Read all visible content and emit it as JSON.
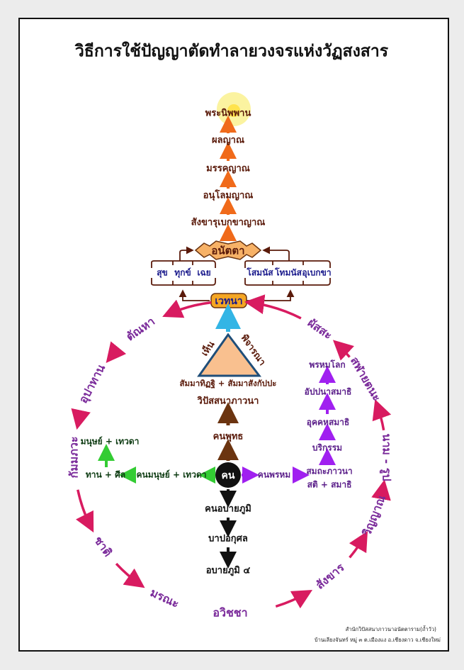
{
  "title": "วิธีการใช้ปัญญาตัดทำลายวงจรแห่งวัฏสงสาร",
  "path_up": {
    "nibbana": "พระนิพพาน",
    "phala": "ผลญาณ",
    "magga": "มรรคญาณ",
    "anuloma": "อนุโลมญาณ",
    "sankharupekkha": "สังขารุเบกขาญาณ",
    "anatta": "อนัตตา"
  },
  "feelings_left": [
    "สุข",
    "ทุกข์",
    "เฉย"
  ],
  "feelings_right": [
    "โสมนัส",
    "โทมนัส",
    "อุเบกขา"
  ],
  "vedana": "เวทนา",
  "triangle": {
    "left": "เห็น",
    "right": "พิจารณา",
    "base": "สัมมาทิฏฐิ + สัมมาสังกัปปะ"
  },
  "vipassana": "วิปัสสนาภาวนา",
  "buddha_person": "คนพุทธ",
  "person": "คน",
  "human_branch": {
    "person": "คนมนุษย์ + เทวดา",
    "practice": "ทาน + ศีล",
    "result": "มนุษย์ + เทวดา"
  },
  "brahma_branch": {
    "person": "คนพรหม",
    "practice_1": "สมถะภาวนา",
    "practice_2": "สติ + สมาธิ",
    "steps": [
      "บริกรรม",
      "อุคคหสมาธิ",
      "อัปปนาสมาธิ",
      "พรหมโลก"
    ]
  },
  "down_branch": [
    "คนอบายภูมิ",
    "บาปอกุศล",
    "อบายภูมิ ๔"
  ],
  "cycle": [
    "อวิชชา",
    "สังขาร",
    "วิญญาณ",
    "นาม - รูป",
    "สฬายตนะ",
    "ผัสสะ",
    "ตัณหา",
    "อุปาทาน",
    "กัมมภวะ",
    "ชาติ",
    "มรณะ"
  ],
  "footer": [
    "สำนักวิปัสสนาภาวนาอนัตตาราม(ถ้ำวัว)",
    "บ้านเลียงจันทร์ หมู่ ๓ ต.เมืองแง อ.เชียงดาว จ.เชียงใหม่"
  ],
  "colors": {
    "cycle_arrow": "#d81b60",
    "cycle_text": "#7a2a9a",
    "up_arrow": "#f06a1a",
    "vedana_box": "#f5a623",
    "triangle_fill": "#f9c08f",
    "green": "#33cc33",
    "purple": "#a020f0",
    "brown": "#6b3410",
    "sky": "#33b5e5"
  }
}
